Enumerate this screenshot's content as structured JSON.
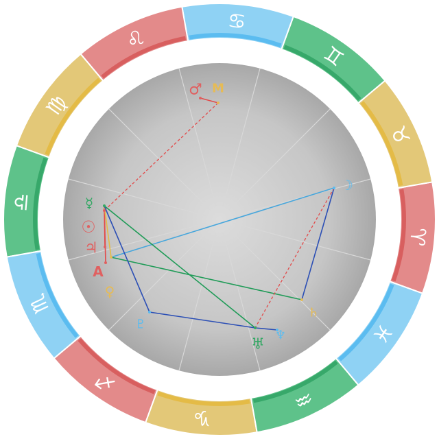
{
  "colors": {
    "fire": "#e38a8a",
    "earth": "#e3c878",
    "air": "#5ec28a",
    "water": "#8fd2f4",
    "fire_edge": "#d85f5f",
    "earth_edge": "#e4bb46",
    "air_edge": "#37a86a",
    "water_edge": "#5bbcf0",
    "red_aspect": "#e24a4a",
    "blue_aspect": "#2c4fb5",
    "green_aspect": "#1f9b57",
    "lightblue_aspect": "#46a6dc"
  },
  "zodiac_wheel": {
    "signs": [
      {
        "name": "Aries",
        "glyph": "♈",
        "element": "fire"
      },
      {
        "name": "Taurus",
        "glyph": "♉",
        "element": "earth"
      },
      {
        "name": "Gemini",
        "glyph": "♊",
        "element": "air"
      },
      {
        "name": "Cancer",
        "glyph": "♋",
        "element": "water"
      },
      {
        "name": "Leo",
        "glyph": "♌",
        "element": "fire"
      },
      {
        "name": "Virgo",
        "glyph": "♍",
        "element": "earth"
      },
      {
        "name": "Libra",
        "glyph": "♎",
        "element": "air"
      },
      {
        "name": "Scorpio",
        "glyph": "♏",
        "element": "water"
      },
      {
        "name": "Sagittarius",
        "glyph": "♐",
        "element": "fire"
      },
      {
        "name": "Capricorn",
        "glyph": "♑",
        "element": "earth"
      },
      {
        "name": "Aquarius",
        "glyph": "♒",
        "element": "air"
      },
      {
        "name": "Pisces",
        "glyph": "♓",
        "element": "water"
      }
    ]
  },
  "bodies": [
    {
      "id": "mars",
      "glyph": "♂",
      "color": "#e06060"
    },
    {
      "id": "mc",
      "glyph": "M",
      "color": "#e6bb55"
    },
    {
      "id": "moon",
      "glyph": "☽",
      "color": "#5bbcf0"
    },
    {
      "id": "mercury",
      "glyph": "☿",
      "color": "#33a864"
    },
    {
      "id": "sun",
      "glyph": "☉",
      "color": "#e06060"
    },
    {
      "id": "jupiter",
      "glyph": "♃",
      "color": "#e06060"
    },
    {
      "id": "asc",
      "glyph": "A",
      "color": "#e06060"
    },
    {
      "id": "venus",
      "glyph": "♀",
      "color": "#e6bb55"
    },
    {
      "id": "saturn",
      "glyph": "♄",
      "color": "#e6bb55"
    },
    {
      "id": "pluto",
      "glyph": "♇",
      "color": "#5bbcf0"
    },
    {
      "id": "uranus",
      "glyph": "♅",
      "color": "#33a864"
    },
    {
      "id": "neptune",
      "glyph": "♆",
      "color": "#5bbcf0"
    }
  ],
  "aspects": [
    {
      "from": "mars",
      "to": "mc",
      "color": "red",
      "style": "solid"
    },
    {
      "from": "mc",
      "to": "sun",
      "color": "red",
      "style": "dashed"
    },
    {
      "from": "mercury",
      "to": "jupiter",
      "color": "red",
      "style": "solid"
    },
    {
      "from": "mercury",
      "to": "asc",
      "color": "red",
      "style": "solid"
    },
    {
      "from": "mercury",
      "to": "venus",
      "color": "earth",
      "style": "solid"
    },
    {
      "from": "venus",
      "to": "moon",
      "color": "lightblue",
      "style": "solid"
    },
    {
      "from": "venus",
      "to": "saturn",
      "color": "green",
      "style": "solid"
    },
    {
      "from": "mercury",
      "to": "pluto",
      "color": "blue",
      "style": "solid"
    },
    {
      "from": "mercury",
      "to": "uranus",
      "color": "green",
      "style": "solid"
    },
    {
      "from": "pluto",
      "to": "uranus",
      "color": "blue",
      "style": "solid"
    },
    {
      "from": "uranus",
      "to": "neptune",
      "color": "blue",
      "style": "solid"
    },
    {
      "from": "moon",
      "to": "saturn",
      "color": "blue",
      "style": "solid"
    },
    {
      "from": "moon",
      "to": "uranus",
      "color": "red",
      "style": "dashed"
    }
  ]
}
